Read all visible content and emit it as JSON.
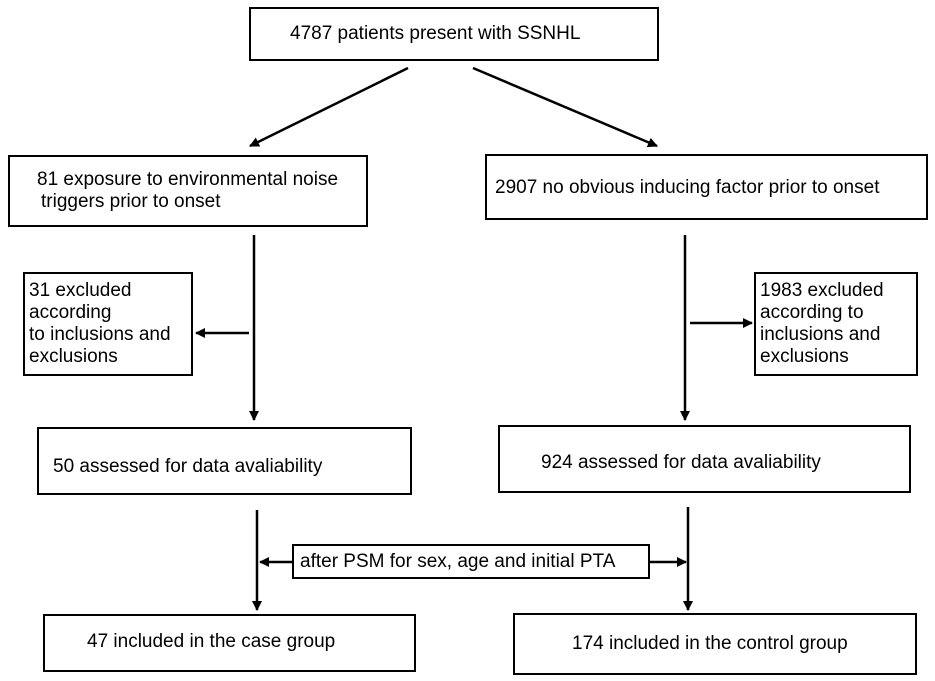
{
  "top": "4787 patients present with SSNHL",
  "left_branch": {
    "group_line1": "81 exposure to environmental noise",
    "group_line2": "triggers prior to onset",
    "excluded_lines": [
      "31 excluded",
      "according",
      "to inclusions and",
      "exclusions"
    ],
    "assessed": "50 assessed for data avaliability",
    "included": "47 included in the case group"
  },
  "right_branch": {
    "group": "2907 no obvious inducing factor prior to onset",
    "excluded_lines": [
      "1983 excluded",
      "according to",
      "inclusions and",
      "exclusions"
    ],
    "assessed": "924 assessed for data avaliability",
    "included": "174 included in the control group"
  },
  "psm": "after PSM for sex, age and initial PTA"
}
